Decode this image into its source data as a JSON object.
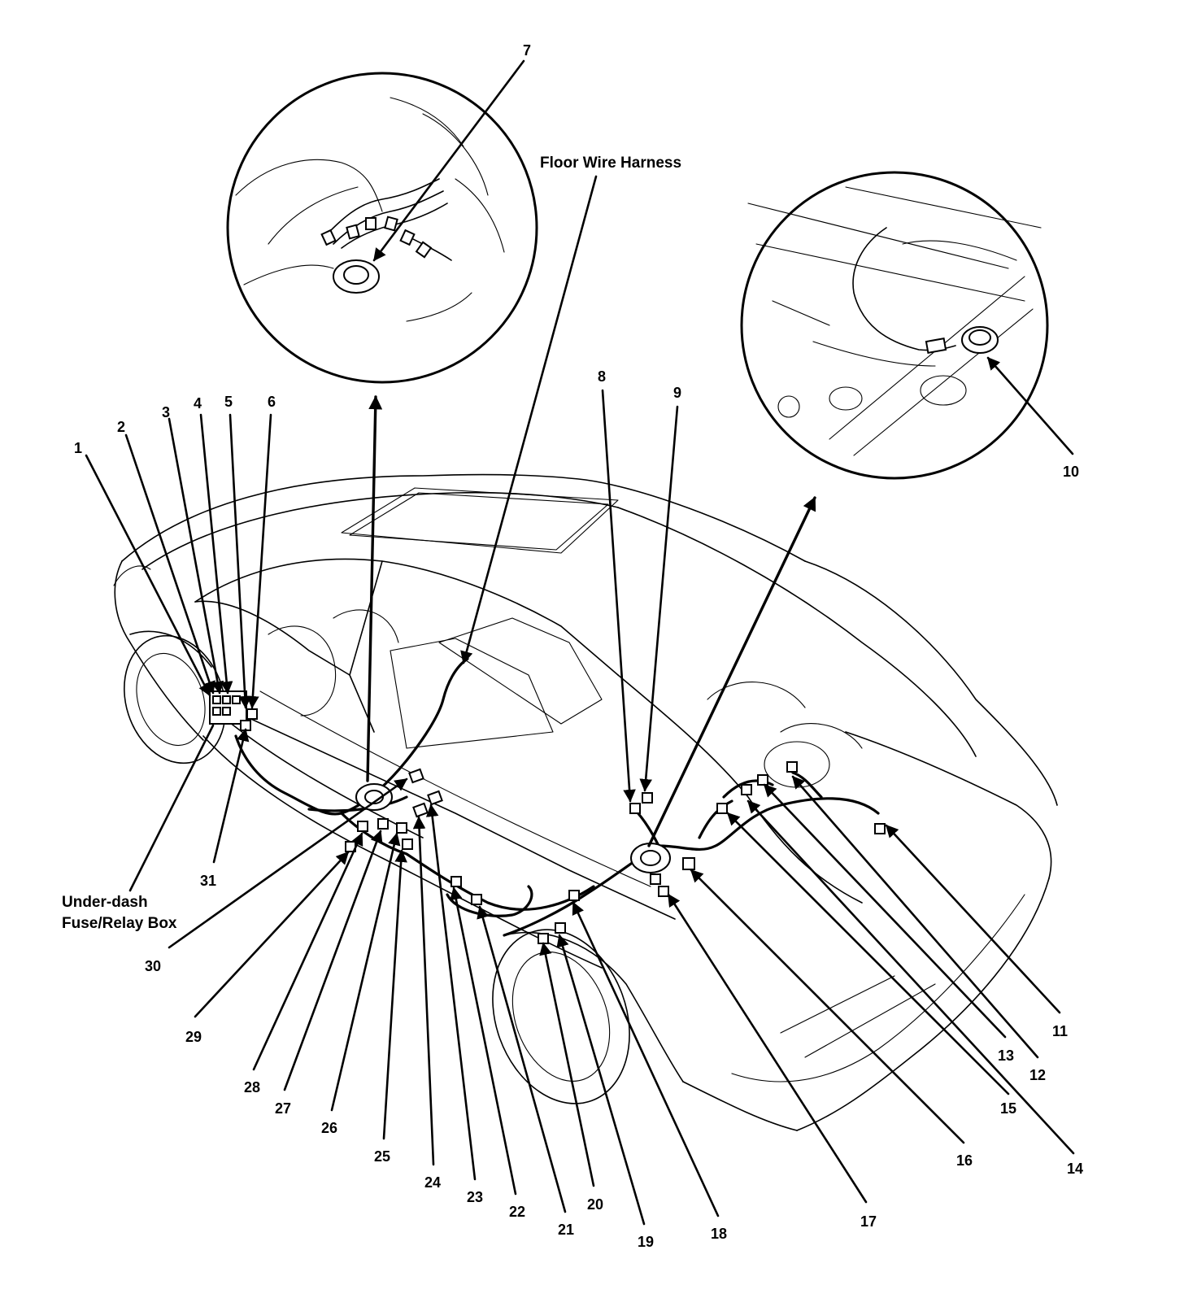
{
  "labels": {
    "floor_wire_harness": "Floor Wire Harness",
    "fuse_box_line1": "Under-dash",
    "fuse_box_line2": "Fuse/Relay Box"
  },
  "callouts": [
    "1",
    "2",
    "3",
    "4",
    "5",
    "6",
    "7",
    "8",
    "9",
    "10",
    "11",
    "12",
    "13",
    "14",
    "15",
    "16",
    "17",
    "18",
    "19",
    "20",
    "21",
    "22",
    "23",
    "24",
    "25",
    "26",
    "27",
    "28",
    "29",
    "30",
    "31"
  ]
}
